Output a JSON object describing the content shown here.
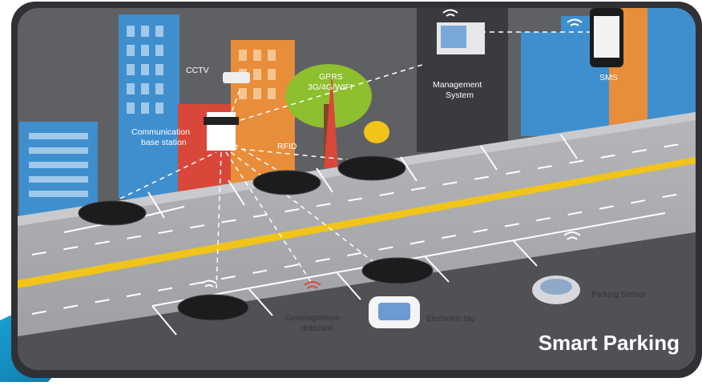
{
  "title": "Smart Parking",
  "labels": {
    "cctv": "CCTV",
    "gprs": "GPRS",
    "network": "3G/4G/WIFI",
    "management_line1": "Management",
    "management_line2": "System",
    "sms": "SMS",
    "base_line1": "Communication",
    "base_line2": "base station",
    "rfid": "RFID",
    "geo_line1": "Geomagnetism",
    "geo_line2": "detection",
    "etag": "Electronic tag",
    "sensor": "Parking Sensor"
  },
  "colors": {
    "frame": "#2f3136",
    "sky": "#5f6064",
    "road": "#a9aaae",
    "lane_yellow": "#f0c419",
    "accent_blue": "#1aa3d9",
    "building_blue": "#3f8fce",
    "building_orange": "#e88d3a",
    "building_red": "#d9473a",
    "tree_green": "#8dbf2e"
  }
}
